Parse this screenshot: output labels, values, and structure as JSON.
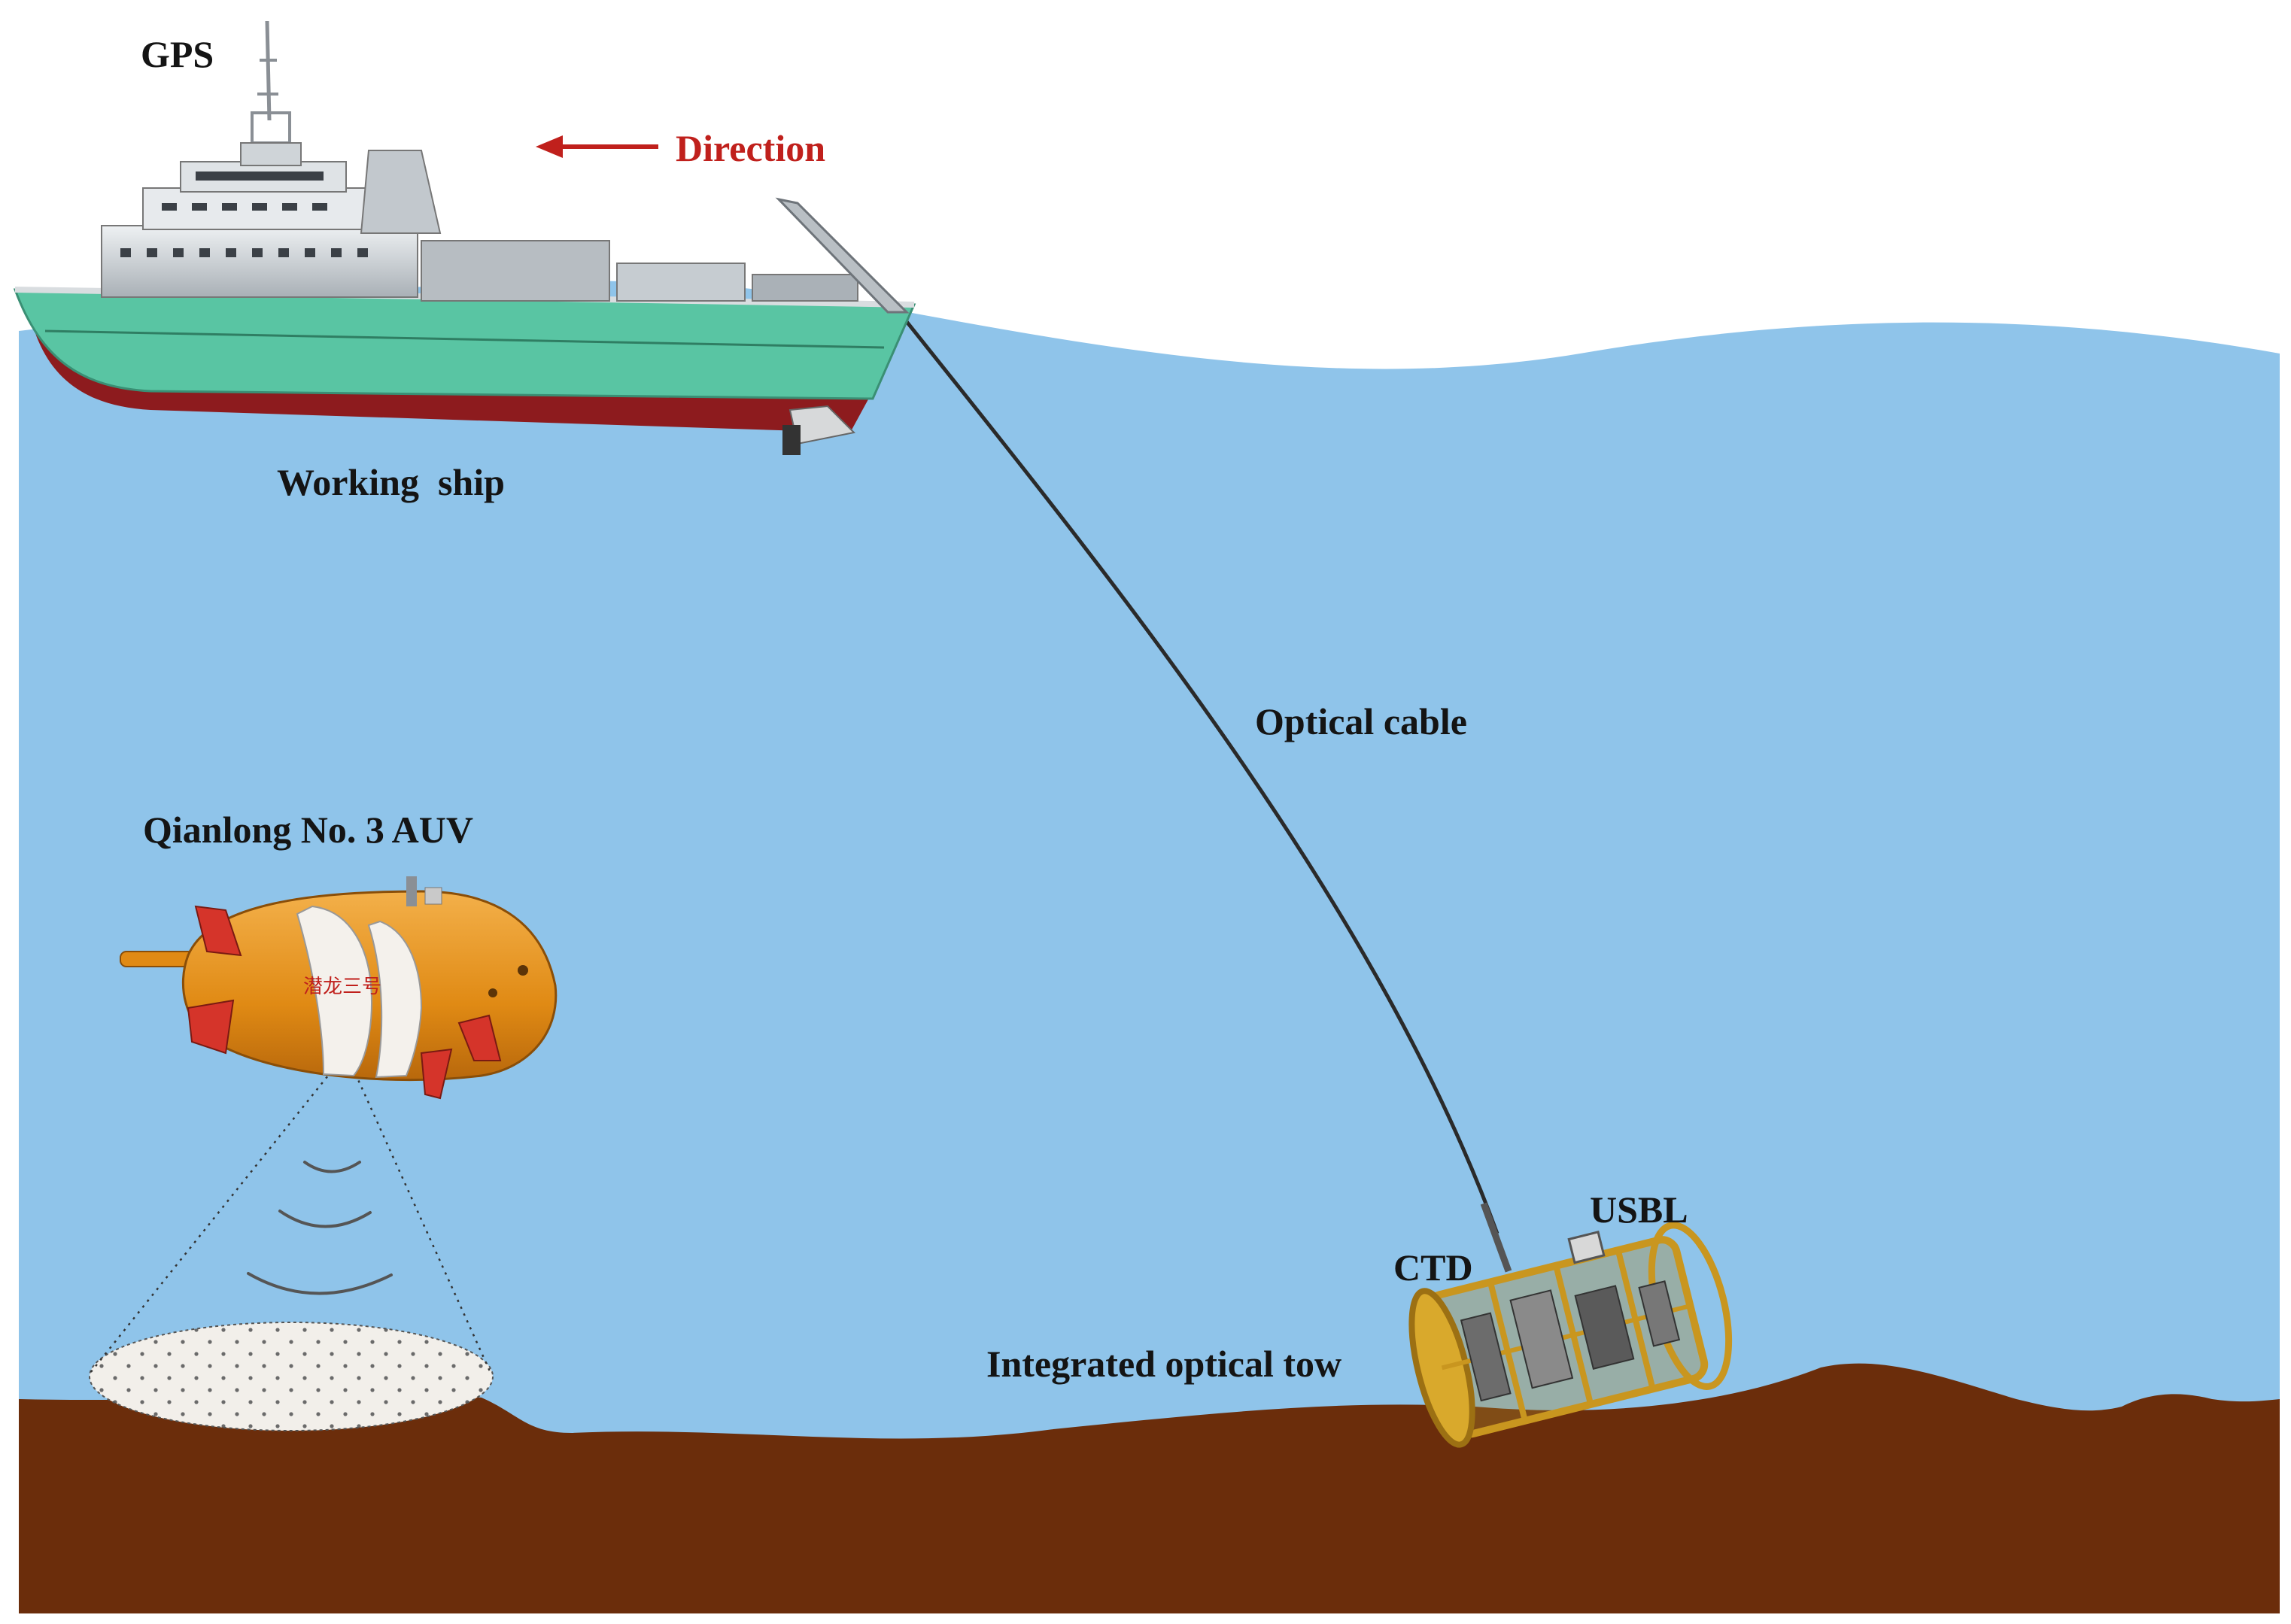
{
  "labels": {
    "gps": "GPS",
    "direction": "Direction",
    "working_ship": "Working  ship",
    "optical_cable": "Optical cable",
    "auv": "Qianlong No. 3 AUV",
    "usbl": "USBL",
    "ctd": "CTD",
    "tow": "Integrated optical tow"
  },
  "auv_hull_text": "潜龙三号",
  "colors": {
    "sea": "#8fc4ea",
    "seabed": "#6b2d0b",
    "direction_arrow": "#c0201c",
    "ship_hull_green": "#59c5a3",
    "ship_hull_red": "#8d1b1e",
    "auv_orange": "#e8941e",
    "tow_frame": "#c9961f",
    "label_text": "#141414"
  },
  "icons": [
    "gps-mast-icon",
    "direction-arrow-icon",
    "ship-icon",
    "auv-icon",
    "tow-frame-icon",
    "sonar-wave-icon"
  ]
}
